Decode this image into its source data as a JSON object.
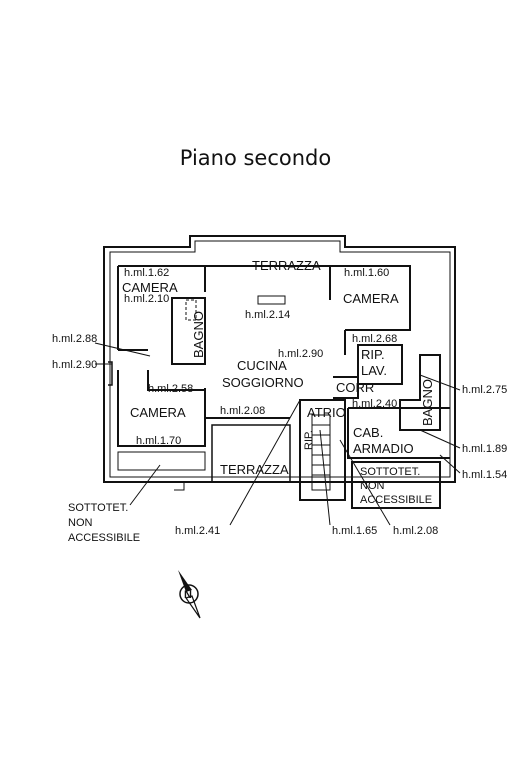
{
  "title": "Piano secondo",
  "rooms": {
    "terrazza_top": "TERRAZZA",
    "camera_left_top": "CAMERA",
    "camera_right": "CAMERA",
    "bagno_left": "BAGNO",
    "cucina": "CUCINA",
    "soggiorno": "SOGGIORNO",
    "rip_top": "RIP.",
    "lav": "LAV.",
    "corr": "CORR",
    "bagno_right": "BAGNO",
    "camera_left_bottom": "CAMERA",
    "atrio": "ATRIO",
    "rip_side": "RIP.",
    "cab": "CAB.",
    "armadio": "ARMADIO",
    "terrazza_bottom": "TERRAZZA",
    "sottotet_right_1": "SOTTOTET.",
    "sottotet_right_2": "NON",
    "sottotet_right_3": "ACCESSIBILE",
    "sottotet_left_1": "SOTTOTET.",
    "sottotet_left_2": "NON",
    "sottotet_left_3": "ACCESSIBILE"
  },
  "heights": {
    "h162": "h.ml.1.62",
    "h160": "h.ml.1.60",
    "h210": "h.ml.2.10",
    "h214": "h.ml.2.14",
    "h268": "h.ml.2.68",
    "h288": "h.ml.2.88",
    "h290_left": "h.ml.2.90",
    "h290_mid": "h.ml.2.90",
    "h258": "h.ml.2.58",
    "h275": "h.ml.2.75",
    "h240": "h.ml.2.40",
    "h208_mid": "h.ml.2.08",
    "h170": "h.ml.1.70",
    "h189": "h.ml.1.89",
    "h154": "h.ml.1.54",
    "h241": "h.ml.2.41",
    "h165": "h.ml.1.65",
    "h208_bottom": "h.ml.2.08"
  },
  "compass": {
    "label": "N",
    "icon": "north-arrow-icon"
  }
}
